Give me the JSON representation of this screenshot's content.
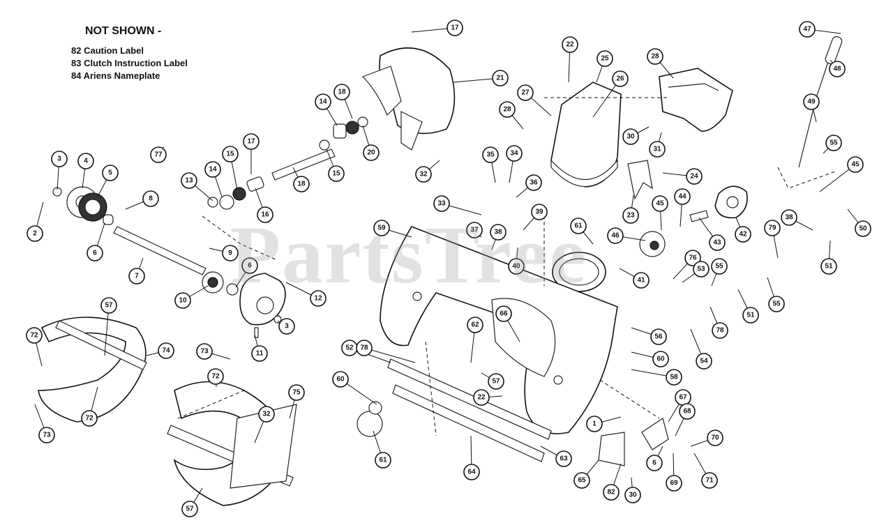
{
  "notes": {
    "heading": "NOT SHOWN -",
    "lines": [
      "82 Caution Label",
      "83 Clutch Instruction Label",
      "84 Ariens Nameplate"
    ]
  },
  "watermark": "PartsTree",
  "callouts": [
    {
      "label": "2"
    },
    {
      "label": "3"
    },
    {
      "label": "4"
    },
    {
      "label": "5"
    },
    {
      "label": "6"
    },
    {
      "label": "7"
    },
    {
      "label": "8"
    },
    {
      "label": "9"
    },
    {
      "label": "10"
    },
    {
      "label": "6"
    },
    {
      "label": "12"
    },
    {
      "label": "3"
    },
    {
      "label": "11"
    },
    {
      "label": "13"
    },
    {
      "label": "14"
    },
    {
      "label": "15"
    },
    {
      "label": "17"
    },
    {
      "label": "16"
    },
    {
      "label": "18"
    },
    {
      "label": "15"
    },
    {
      "label": "14"
    },
    {
      "label": "18"
    },
    {
      "label": "20"
    },
    {
      "label": "77"
    },
    {
      "label": "17"
    },
    {
      "label": "21"
    },
    {
      "label": "22"
    },
    {
      "label": "25"
    },
    {
      "label": "26"
    },
    {
      "label": "27"
    },
    {
      "label": "28"
    },
    {
      "label": "28"
    },
    {
      "label": "30"
    },
    {
      "label": "31"
    },
    {
      "label": "32"
    },
    {
      "label": "35"
    },
    {
      "label": "34"
    },
    {
      "label": "36"
    },
    {
      "label": "33"
    },
    {
      "label": "37"
    },
    {
      "label": "39"
    },
    {
      "label": "38"
    },
    {
      "label": "40"
    },
    {
      "label": "24"
    },
    {
      "label": "23"
    },
    {
      "label": "45"
    },
    {
      "label": "44"
    },
    {
      "label": "42"
    },
    {
      "label": "43"
    },
    {
      "label": "61"
    },
    {
      "label": "46"
    },
    {
      "label": "41"
    },
    {
      "label": "76"
    },
    {
      "label": "53"
    },
    {
      "label": "55"
    },
    {
      "label": "78"
    },
    {
      "label": "51"
    },
    {
      "label": "54"
    },
    {
      "label": "47"
    },
    {
      "label": "48"
    },
    {
      "label": "49"
    },
    {
      "label": "55"
    },
    {
      "label": "45"
    },
    {
      "label": "50"
    },
    {
      "label": "38"
    },
    {
      "label": "79"
    },
    {
      "label": "51"
    },
    {
      "label": "55"
    },
    {
      "label": "59"
    },
    {
      "label": "56"
    },
    {
      "label": "60"
    },
    {
      "label": "58"
    },
    {
      "label": "66"
    },
    {
      "label": "62"
    },
    {
      "label": "52"
    },
    {
      "label": "78"
    },
    {
      "label": "57"
    },
    {
      "label": "22"
    },
    {
      "label": "60"
    },
    {
      "label": "61"
    },
    {
      "label": "64"
    },
    {
      "label": "63"
    },
    {
      "label": "1"
    },
    {
      "label": "67"
    },
    {
      "label": "68"
    },
    {
      "label": "70"
    },
    {
      "label": "65"
    },
    {
      "label": "82"
    },
    {
      "label": "30"
    },
    {
      "label": "6"
    },
    {
      "label": "69"
    },
    {
      "label": "71"
    },
    {
      "label": "72"
    },
    {
      "label": "57"
    },
    {
      "label": "74"
    },
    {
      "label": "73"
    },
    {
      "label": "72"
    },
    {
      "label": "73"
    },
    {
      "label": "72"
    },
    {
      "label": "32"
    },
    {
      "label": "75"
    },
    {
      "label": "57"
    }
  ]
}
